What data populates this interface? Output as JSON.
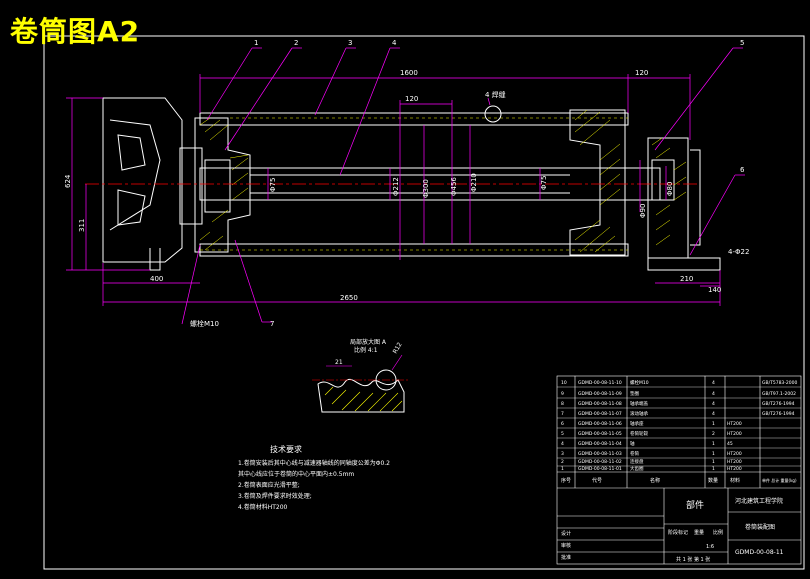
{
  "title": "卷筒图A2",
  "colors": {
    "background": "#000000",
    "title": "#ffff00",
    "dimension": "#ff00ff",
    "part": "#ffffff",
    "centerline": "#ff0000",
    "hatch": "#ffff00",
    "leader": "#ff00ff"
  },
  "balloons": [
    "1",
    "2",
    "3",
    "4",
    "5",
    "6",
    "7"
  ],
  "dimensions": {
    "d1600": "1600",
    "d120a": "120",
    "d120b": "120",
    "d_gap": "4 焊缝",
    "d624": "624",
    "d311": "311",
    "d400": "400",
    "d2650": "2650",
    "d210": "210",
    "d140": "140",
    "d4phi22": "4-Φ22",
    "phi_shaft_l": "Φ75",
    "phi_a": "Φ212",
    "phi_b": "Φ300",
    "phi_c": "Φ456",
    "phi_d": "Φ210",
    "phi_e": "Φ75",
    "phi_f": "Φ90",
    "phi_g": "Φ80"
  },
  "bolt_label": "螺栓M10",
  "detail": {
    "label_line1": "局部放大图 A",
    "label_line2": "比例  4:1",
    "dim_21": "21",
    "dim_r": "R12"
  },
  "notes": {
    "heading": "技术要求",
    "lines": [
      "1.卷筒安装后其中心线与减速器轴线的同轴度公差为Φ0.2",
      "其中心线应位于卷筒的中心平面内±0.5mm",
      "2.卷筒表面应光滑平整;",
      "3.卷筒及焊件要求时效处理;",
      "4.卷筒材料HT200"
    ]
  },
  "parts_table": {
    "rows": [
      {
        "no": "10",
        "code": "GDMD-00-08-11-10",
        "name": "螺栓M10",
        "qty": "4",
        "material": "",
        "note": "GB/T5783-2000"
      },
      {
        "no": "9",
        "code": "GDMD-00-08-11-09",
        "name": "垫圈",
        "qty": "4",
        "material": "",
        "note": "GB/T97.1-2002"
      },
      {
        "no": "8",
        "code": "GDMD-00-08-11-08",
        "name": "轴承端盖",
        "qty": "4",
        "material": "",
        "note": "GB/T276-1994"
      },
      {
        "no": "7",
        "code": "GDMD-00-08-11-07",
        "name": "滚动轴承",
        "qty": "4",
        "material": "",
        "note": "GB/T276-1994"
      },
      {
        "no": "6",
        "code": "GDMD-00-08-11-06",
        "name": "轴承座",
        "qty": "1",
        "material": "HT200",
        "note": ""
      },
      {
        "no": "5",
        "code": "GDMD-00-08-11-05",
        "name": "卷筒轮毂",
        "qty": "2",
        "material": "HT200",
        "note": ""
      },
      {
        "no": "4",
        "code": "GDMD-00-08-11-04",
        "name": "轴",
        "qty": "1",
        "material": "45",
        "note": ""
      },
      {
        "no": "3",
        "code": "GDMD-00-08-11-03",
        "name": "卷筒",
        "qty": "1",
        "material": "HT200",
        "note": ""
      },
      {
        "no": "2",
        "code": "GDMD-00-08-11-02",
        "name": "连接盘",
        "qty": "1",
        "material": "HT200",
        "note": ""
      },
      {
        "no": "1",
        "code": "GDMD-00-08-11-01",
        "name": "大齿圈",
        "qty": "1",
        "material": "HT200",
        "note": ""
      }
    ],
    "header": {
      "no": "序号",
      "code": "代号",
      "name": "名称",
      "qty": "数量",
      "material": "材料",
      "note": "单件 总计 重量(kg)"
    }
  },
  "title_block": {
    "part_type": "部件",
    "school": "河北建筑工程学院",
    "drawing_name": "卷筒装配图",
    "drawing_no": "GDMD-00-08-11",
    "scale": "1:6",
    "sheet": "共 1 张  第 1 张",
    "design": "设计",
    "check": "审核",
    "approve": "批准",
    "stage": "阶段标记",
    "weight": "重量",
    "ratio": "比例"
  }
}
